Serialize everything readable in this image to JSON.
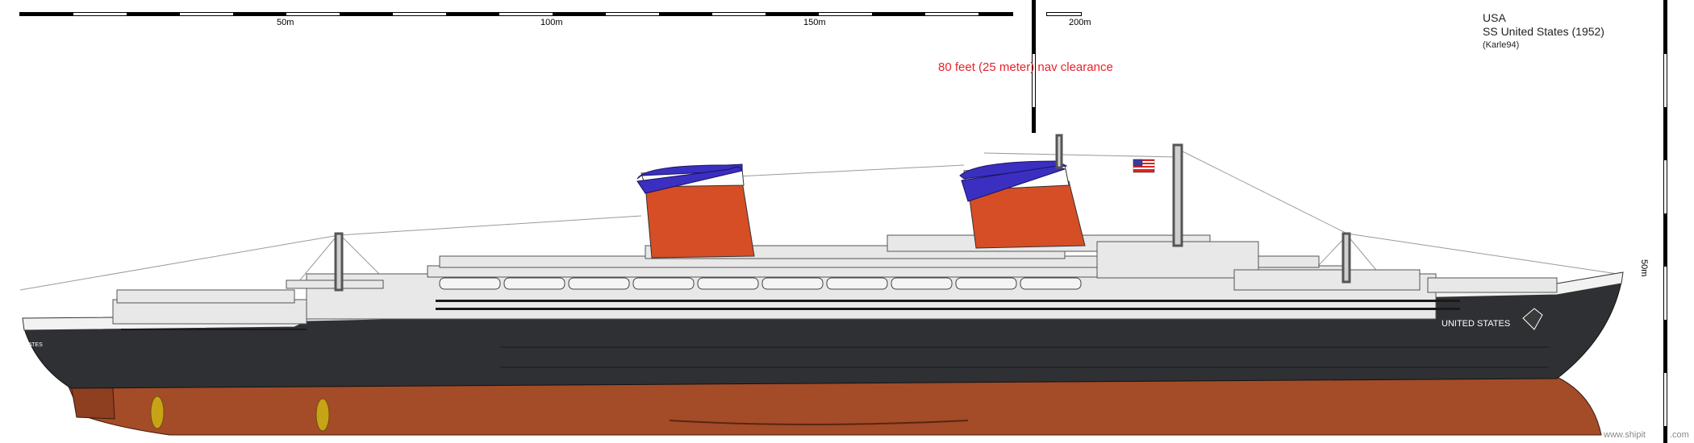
{
  "scale": {
    "labels": [
      "50m",
      "100m",
      "150m"
    ],
    "secondary_label": "200m",
    "vertical_label": "50m"
  },
  "info": {
    "country": "USA",
    "ship_name": "SS United States (1952)",
    "credit": "(Karle94)"
  },
  "annotation": {
    "nav_clearance": "80 feet (25 meter) nav clearance"
  },
  "hull_name": "UNITED STATES",
  "stern_name": "ATES",
  "watermark": "www.shipit",
  "watermark_suffix": ".com",
  "colors": {
    "funnel_red": "#d64e25",
    "funnel_blue": "#3a2fc0",
    "hull_black": "#2f3033",
    "hull_red": "#a44b28",
    "superstructure": "#e8e8e8",
    "propeller": "#c8a317",
    "nav_text": "#e8222a"
  }
}
